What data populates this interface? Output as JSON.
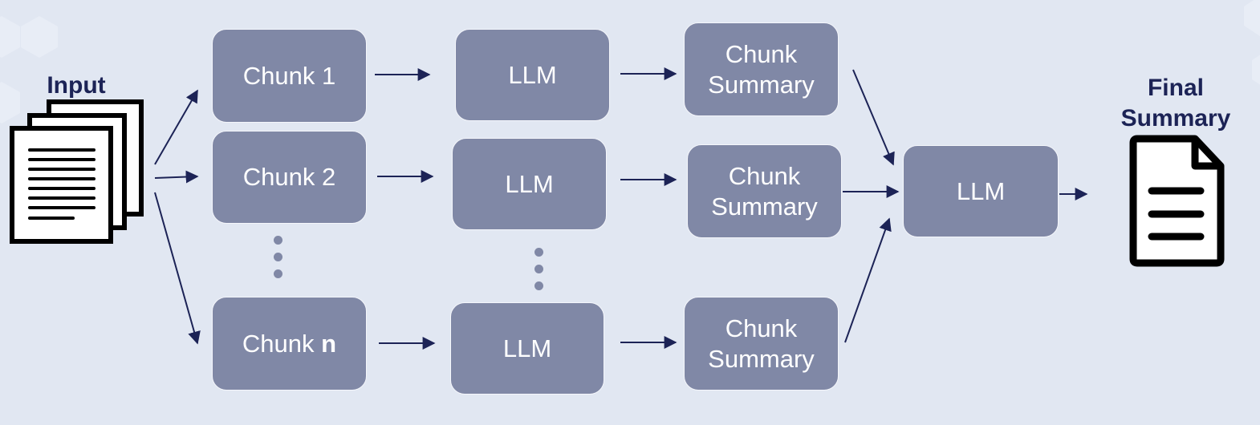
{
  "input": {
    "label": "Input"
  },
  "final": {
    "label": "Final\nSummary"
  },
  "chunks": [
    {
      "prefix": "Chunk ",
      "suffix": "1"
    },
    {
      "prefix": "Chunk ",
      "suffix": "2"
    },
    {
      "prefix": "Chunk ",
      "suffix": "n"
    }
  ],
  "llm_label": "LLM",
  "llms": [
    "LLM",
    "LLM",
    "LLM"
  ],
  "summaries": [
    "Chunk\nSummary",
    "Chunk\nSummary",
    "Chunk\nSummary"
  ],
  "final_llm": "LLM",
  "colors": {
    "background": "#e1e7f2",
    "box_fill": "#8088a6",
    "box_border": "#f4f6fb",
    "arrow": "#1c2356",
    "label_text": "#1c2356"
  },
  "icons": {
    "input": "stacked-documents-icon",
    "output": "document-icon"
  }
}
